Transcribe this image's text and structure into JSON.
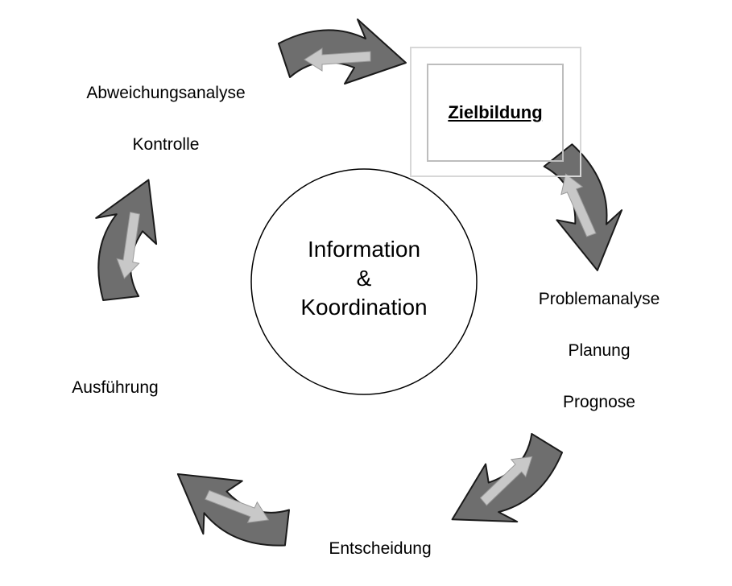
{
  "center": {
    "line1": "Information",
    "line2": "&",
    "line3": "Koordination"
  },
  "goal": {
    "label": "Zielbildung"
  },
  "steps": {
    "abweichung": "Abweichungsanalyse",
    "kontrolle": "Kontrolle",
    "problemanalyse": "Problemanalyse",
    "planung": "Planung",
    "prognose": "Prognose",
    "entscheidung": "Entscheidung",
    "ausfuehrung": "Ausführung"
  },
  "colors": {
    "arrow_fill": "#6e6e6e",
    "arrow_stroke": "#1a1a1a",
    "inner_arrow": "#c8c8c8",
    "goal_border_outer": "#d7d7d7",
    "goal_border_inner": "#bdbdbd"
  }
}
